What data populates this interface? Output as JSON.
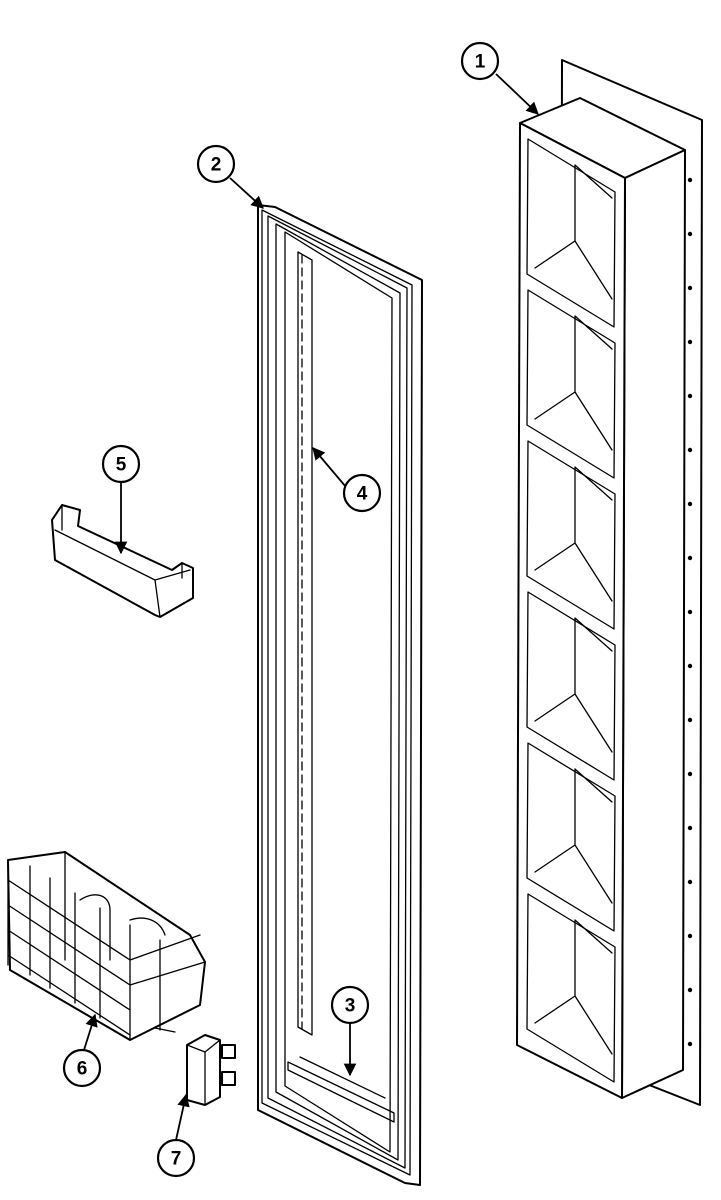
{
  "callouts": [
    {
      "id": "1",
      "label": "1"
    },
    {
      "id": "2",
      "label": "2"
    },
    {
      "id": "3",
      "label": "3"
    },
    {
      "id": "4",
      "label": "4"
    },
    {
      "id": "5",
      "label": "5"
    },
    {
      "id": "6",
      "label": "6"
    },
    {
      "id": "7",
      "label": "7"
    }
  ],
  "icons": {
    "door_liner": "door-liner-icon",
    "door_panel": "door-panel-icon",
    "shelf_bin": "shelf-bin-icon",
    "wire_basket": "wire-basket-icon",
    "clip": "clip-icon"
  },
  "colors": {
    "line": "#000000",
    "background": "#ffffff"
  }
}
